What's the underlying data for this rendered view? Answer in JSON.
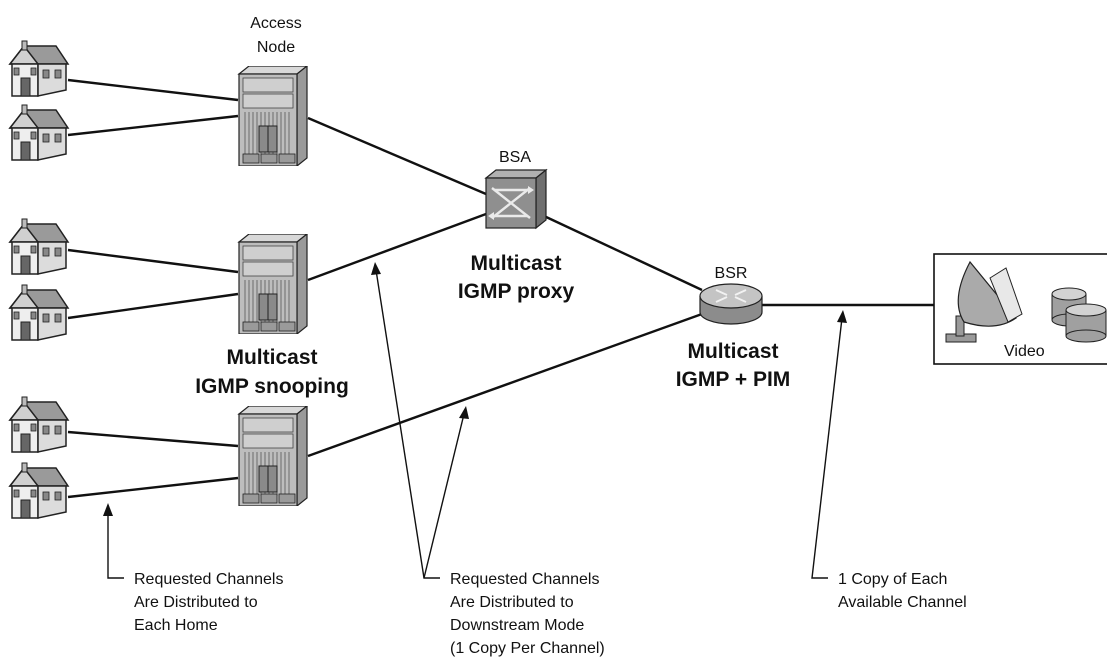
{
  "labels": {
    "access_node": [
      "Access",
      "Node"
    ],
    "bsa": "BSA",
    "bsr": "BSR",
    "bsa_role": [
      "Multicast",
      "IGMP proxy"
    ],
    "access_role": [
      "Multicast",
      "IGMP snooping"
    ],
    "bsr_role": [
      "Multicast",
      "IGMP + PIM"
    ],
    "video": "Video"
  },
  "annotations": {
    "homes": [
      "Requested Channels",
      "Are Distributed to",
      "Each Home"
    ],
    "downstream": [
      "Requested Channels",
      "Are Distributed to",
      "Downstream Mode",
      "(1 Copy Per Channel)"
    ],
    "source": [
      "1 Copy of Each",
      "Available Channel"
    ]
  },
  "colors": {
    "line": "#111111",
    "device_fill": "#b9b9b9",
    "device_dark": "#8a8a8a",
    "house_fill": "#e6e6e6",
    "house_roof": "#9a9a9a"
  },
  "icons": {
    "home": "house-icon",
    "access_node": "access-node-icon",
    "bsa": "switch-icon",
    "bsr": "router-icon",
    "satellite": "satellite-dish-icon",
    "storage": "storage-cylinders-icon"
  }
}
